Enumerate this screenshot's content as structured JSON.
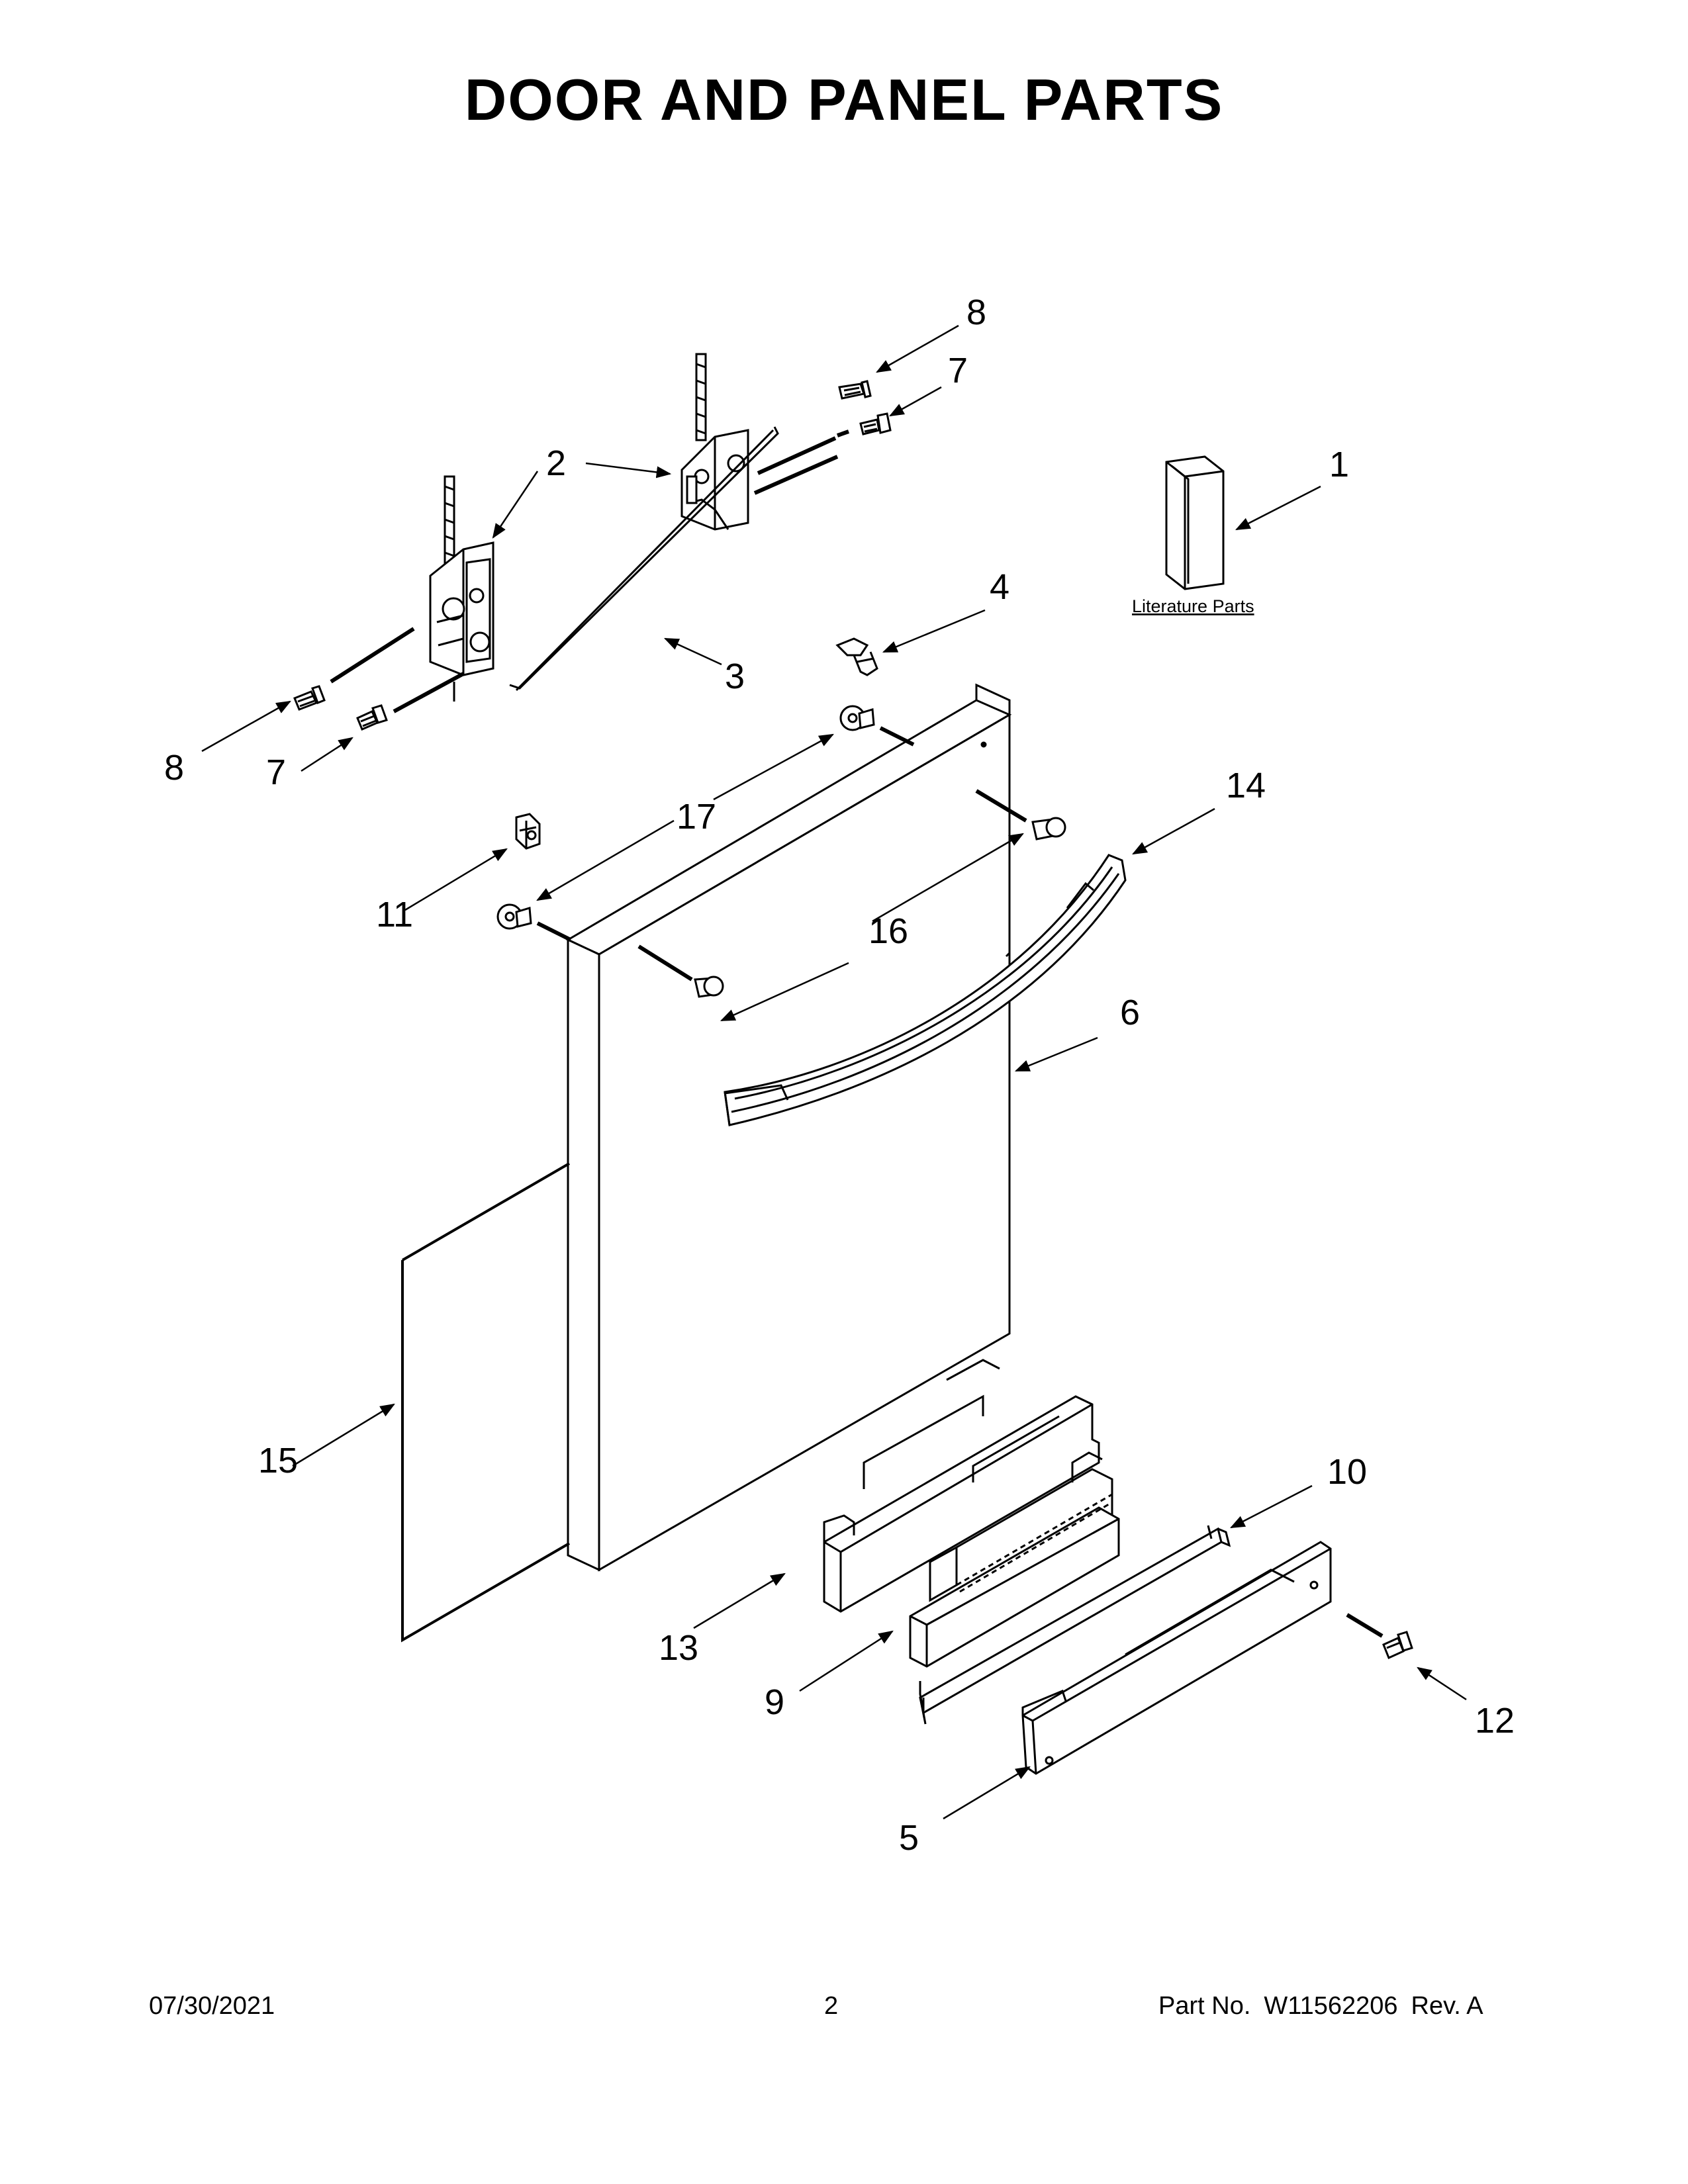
{
  "title": "DOOR AND PANEL PARTS",
  "literature_label": "Literature Parts",
  "callouts": [
    {
      "id": "c8a",
      "label": "8"
    },
    {
      "id": "c7a",
      "label": "7"
    },
    {
      "id": "c2",
      "label": "2"
    },
    {
      "id": "c1",
      "label": "1"
    },
    {
      "id": "c4",
      "label": "4"
    },
    {
      "id": "c3",
      "label": "3"
    },
    {
      "id": "c8b",
      "label": "8"
    },
    {
      "id": "c7b",
      "label": "7"
    },
    {
      "id": "c14",
      "label": "14"
    },
    {
      "id": "c17",
      "label": "17"
    },
    {
      "id": "c11",
      "label": "11"
    },
    {
      "id": "c16",
      "label": "16"
    },
    {
      "id": "c6",
      "label": "6"
    },
    {
      "id": "c15",
      "label": "15"
    },
    {
      "id": "c10",
      "label": "10"
    },
    {
      "id": "c13",
      "label": "13"
    },
    {
      "id": "c9",
      "label": "9"
    },
    {
      "id": "c12",
      "label": "12"
    },
    {
      "id": "c5",
      "label": "5"
    }
  ],
  "footer": {
    "date": "07/30/2021",
    "page": "2",
    "part_label": "Part No.",
    "part_number": "W11562206",
    "revision": "Rev. A"
  }
}
